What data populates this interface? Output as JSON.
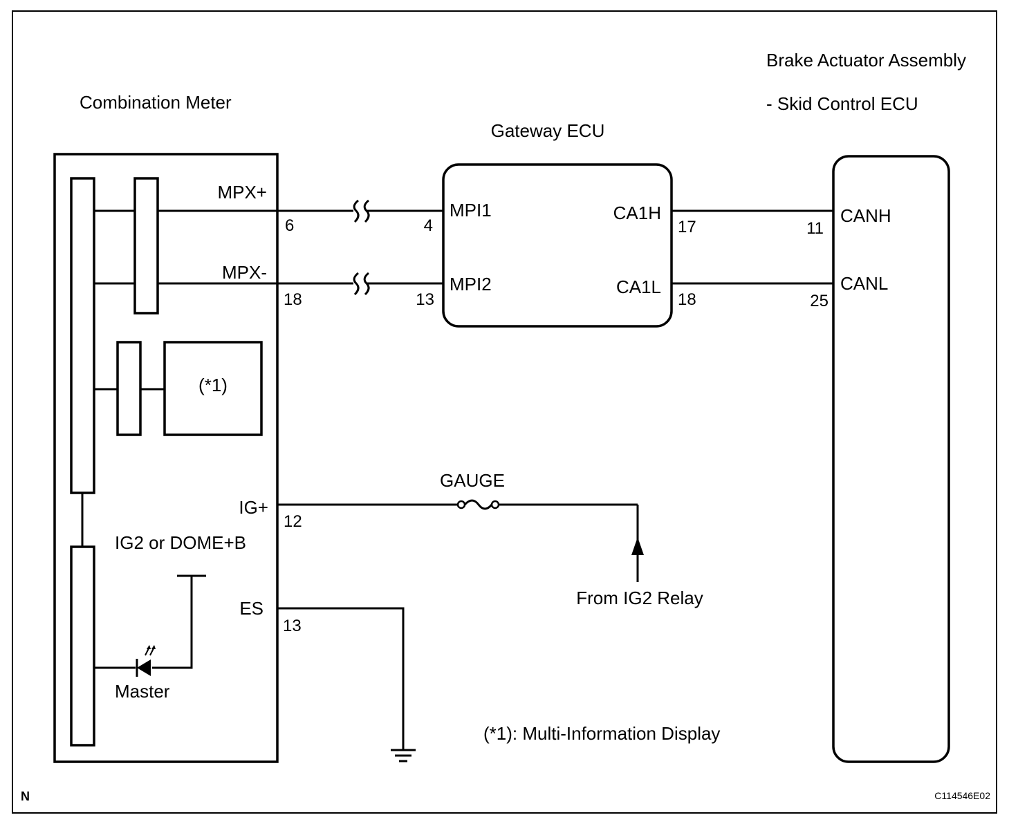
{
  "components": {
    "combination_meter": "Combination Meter",
    "gateway_ecu": "Gateway ECU",
    "brake_actuator_line1": "Brake Actuator Assembly",
    "brake_actuator_line2": "- Skid Control ECU",
    "mid": "(*1)"
  },
  "meter_terminals": {
    "mpx_plus": "MPX+",
    "mpx_minus": "MPX-",
    "ig_plus": "IG+",
    "es": "ES"
  },
  "meter_pins": {
    "mpx_plus": "6",
    "mpx_minus": "18",
    "ig_plus": "12",
    "es": "13"
  },
  "gateway_terminals": {
    "mpi1": "MPI1",
    "mpi2": "MPI2",
    "ca1h": "CA1H",
    "ca1l": "CA1L"
  },
  "gateway_pins": {
    "mpi1": "4",
    "mpi2": "13",
    "ca1h": "17",
    "ca1l": "18"
  },
  "skid_terminals": {
    "canh": "CANH",
    "canl": "CANL"
  },
  "skid_pins": {
    "canh": "11",
    "canl": "25"
  },
  "internal": {
    "ig2_dome": "IG2 or DOME+B",
    "master": "Master"
  },
  "power": {
    "fuse": "GAUGE",
    "source": "From IG2 Relay"
  },
  "note": "(*1): Multi-Information Display",
  "corner_mark": "N",
  "figure_id": "C114546E02"
}
